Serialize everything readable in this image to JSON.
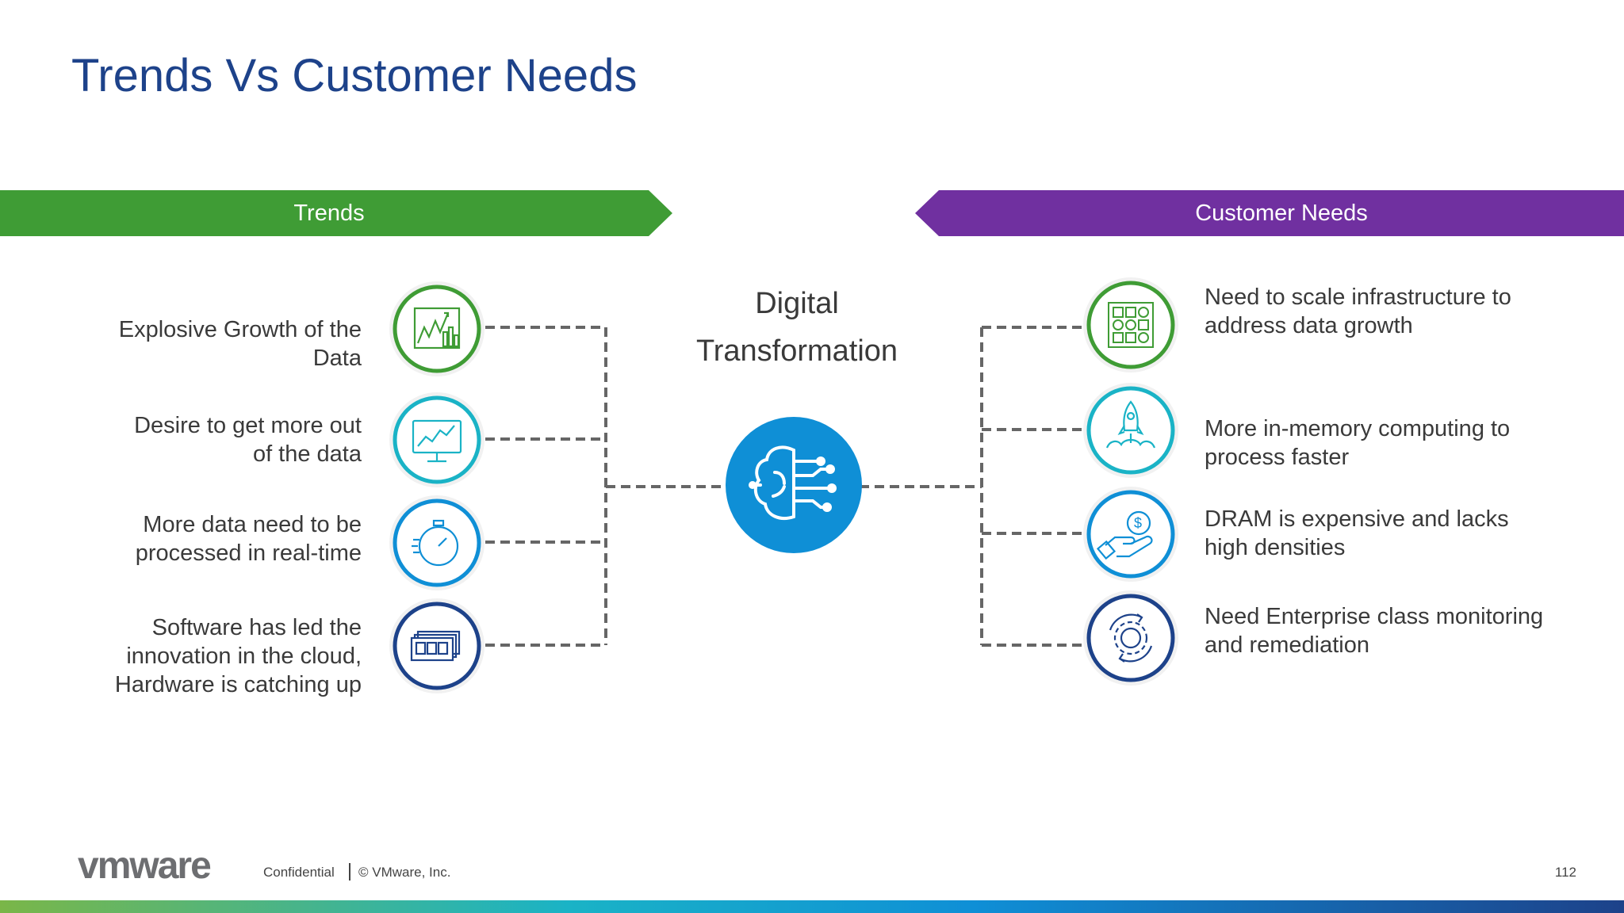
{
  "title": "Trends Vs Customer Needs",
  "banners": {
    "trends": "Trends",
    "needs": "Customer Needs"
  },
  "center": {
    "line1": "Digital",
    "line2": "Transformation",
    "icon": "brain-circuit-icon"
  },
  "trends": [
    {
      "lines": [
        "Explosive Growth of the",
        "Data"
      ],
      "icon": "growth-chart-icon",
      "color": "#3f9c35"
    },
    {
      "lines": [
        "Desire to get more out",
        "of the data"
      ],
      "icon": "monitor-chart-icon",
      "color": "#1ab3c6"
    },
    {
      "lines": [
        "More data need to be",
        "processed in real-time"
      ],
      "icon": "stopwatch-icon",
      "color": "#0f8fd6"
    },
    {
      "lines": [
        "Software has led the",
        "innovation in the cloud,",
        "Hardware is catching up"
      ],
      "icon": "memory-module-icon",
      "color": "#1d428a"
    }
  ],
  "needs": [
    {
      "lines": [
        "Need to scale infrastructure to",
        "address data growth"
      ],
      "icon": "grid-blocks-icon",
      "color": "#3f9c35"
    },
    {
      "lines": [
        "More in-memory computing to",
        "process faster"
      ],
      "icon": "rocket-icon",
      "color": "#1ab3c6"
    },
    {
      "lines": [
        "DRAM is expensive and lacks",
        "high densities"
      ],
      "icon": "hand-coin-icon",
      "color": "#0f8fd6"
    },
    {
      "lines": [
        "Need Enterprise class monitoring",
        "and remediation"
      ],
      "icon": "gear-cycle-icon",
      "color": "#1d428a"
    }
  ],
  "colors": {
    "title": "#1d428a",
    "trends_banner": "#3f9c35",
    "needs_banner": "#7030a0",
    "brain_circle": "#0f8fd6",
    "connector": "#666666"
  },
  "footer": {
    "logo": "vmware",
    "confidential": "Confidential",
    "copyright": "© VMware, Inc.",
    "page_number": "112"
  }
}
